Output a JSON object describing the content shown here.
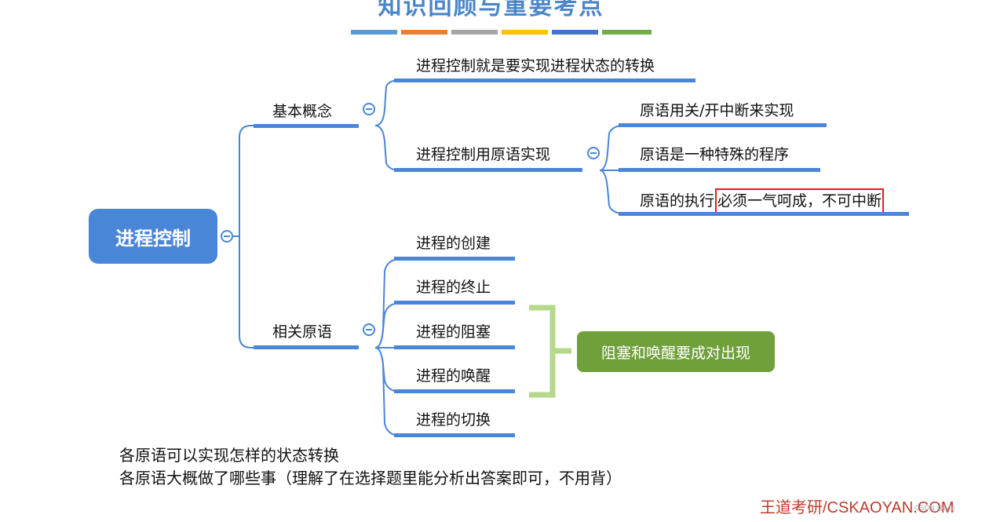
{
  "title": "知识回顾与重要考点",
  "title_bar_colors": [
    "#5b9bd5",
    "#ed7d31",
    "#a5a5a5",
    "#ffc000",
    "#4472c4",
    "#70ad47"
  ],
  "root": "进程控制",
  "branch_basic": {
    "label": "基本概念",
    "children": {
      "c1": "进程控制就是要实现进程状态的转换",
      "c2": "进程控制用原语实现",
      "c2_children": {
        "g1": "原语用关/开中断来实现",
        "g2": "原语是一种特殊的程序",
        "g3_prefix": "原语的执行",
        "g3_highlight": "必须一气呵成，不可中断"
      }
    }
  },
  "branch_related": {
    "label": "相关原语",
    "children": [
      "进程的创建",
      "进程的终止",
      "进程的阻塞",
      "进程的唤醒",
      "进程的切换"
    ]
  },
  "callout": "阻塞和唤醒要成对出现",
  "notes": {
    "line1": "各原语可以实现怎样的状态转换",
    "line2": "各原语大概做了哪些事（理解了在选择题里能分析出答案即可，不用背）"
  },
  "brand": "王道考研/CSKAOYAN.COM",
  "watermark": "CSDN @tyhj",
  "colors": {
    "accent": "#4a86d8",
    "callout": "#70a03c",
    "highlight_border": "#e02020",
    "brand": "#c0392b"
  }
}
